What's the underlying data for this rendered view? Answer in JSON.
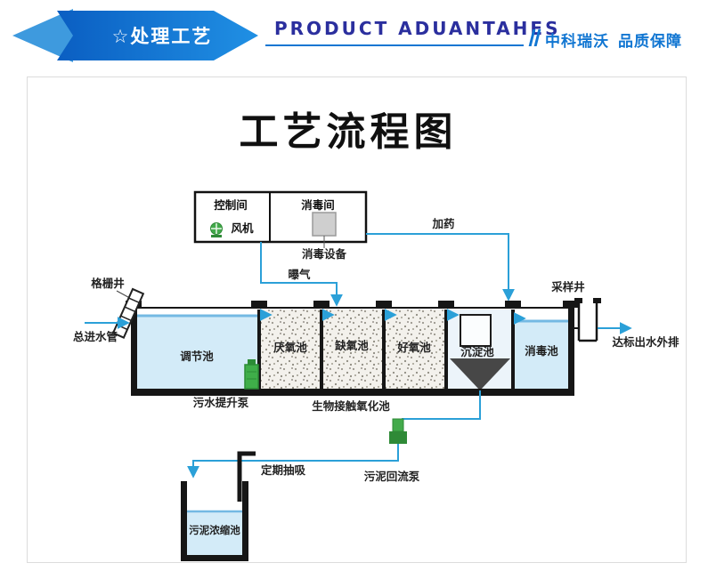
{
  "header": {
    "ribbon_label": "☆处理工艺",
    "product_text": "PRODUCT ADUANTAHES",
    "brand": "中科瑞沃",
    "slogan": "品质保障"
  },
  "diagram": {
    "title": "工艺流程图",
    "control_room": "控制间",
    "fan": "风机",
    "disinfection_room": "消毒间",
    "disinfection_equipment": "消毒设备",
    "dosing": "加药",
    "aeration": "曝气",
    "grid_well": "格栅井",
    "main_inlet": "总进水管",
    "regulation_tank": "调节池",
    "anaerobic_tank": "厌氧池",
    "anoxic_tank": "缺氧池",
    "aerobic_tank": "好氧池",
    "sedimentation_tank": "沉淀池",
    "disinfection_tank": "消毒池",
    "sampling_well": "采样井",
    "outlet_label": "达标出水外排",
    "lift_pump": "污水提升泵",
    "bio_contact_tank": "生物接触氧化池",
    "sludge_return_pump": "污泥回流泵",
    "periodic_suction": "定期抽吸",
    "sludge_thickening_tank": "污泥浓缩池"
  },
  "colors": {
    "header_blue": "#1176d2",
    "product_title_blue": "#2b2f9e",
    "pipe_blue": "#2ba0d8",
    "water_blue": "#d3ebf8",
    "pump_green": "#43aa4b",
    "wall_black": "#161616"
  }
}
